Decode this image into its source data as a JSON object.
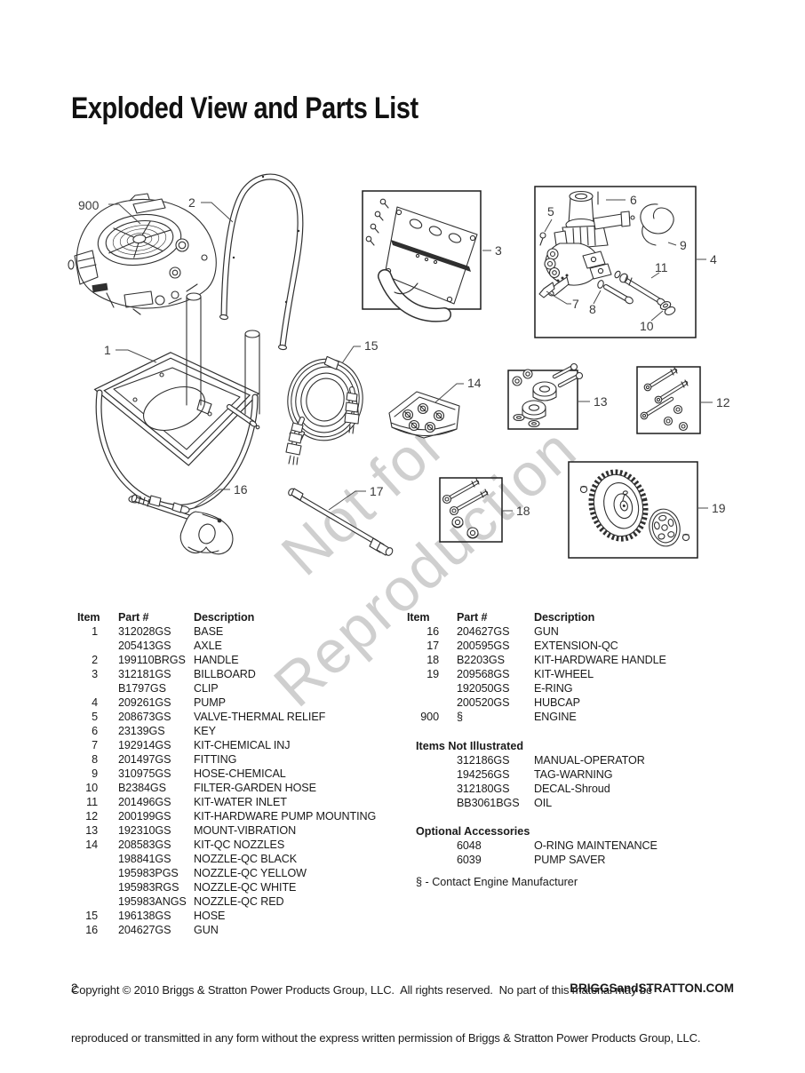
{
  "page": {
    "title": "Exploded View and Parts List",
    "page_number": "2",
    "website": "BRIGGSandSTRATTON.COM",
    "copyright_line1": "Copyright © 2010 Briggs & Stratton Power Products Group, LLC.  All rights reserved.  No part of this material may be",
    "copyright_line2": "reproduced or transmitted in any form without the express written permission of Briggs & Stratton Power Products Group, LLC."
  },
  "watermark": {
    "line1": "Not for",
    "line2": "Reproduction"
  },
  "diagram": {
    "callouts": {
      "c900": "900",
      "c1": "1",
      "c2": "2",
      "c3": "3",
      "c4": "4",
      "c5": "5",
      "c6": "6",
      "c7": "7",
      "c8": "8",
      "c9": "9",
      "c10": "10",
      "c11": "11",
      "c12": "12",
      "c13": "13",
      "c14": "14",
      "c15": "15",
      "c16": "16",
      "c17": "17",
      "c18": "18",
      "c19": "19"
    }
  },
  "table": {
    "headers": {
      "item": "Item",
      "part": "Part #",
      "desc": "Description"
    },
    "left_rows": [
      {
        "item": "1",
        "part": "312028GS",
        "desc": "BASE"
      },
      {
        "item": "",
        "part": "205413GS",
        "desc": "AXLE"
      },
      {
        "item": "2",
        "part": "199110BRGS",
        "desc": "HANDLE"
      },
      {
        "item": "3",
        "part": "312181GS",
        "desc": "BILLBOARD"
      },
      {
        "item": "",
        "part": "B1797GS",
        "desc": "CLIP"
      },
      {
        "item": "4",
        "part": "209261GS",
        "desc": "PUMP"
      },
      {
        "item": "5",
        "part": "208673GS",
        "desc": "VALVE-THERMAL RELIEF"
      },
      {
        "item": "6",
        "part": "23139GS",
        "desc": "KEY"
      },
      {
        "item": "7",
        "part": "192914GS",
        "desc": "KIT-CHEMICAL INJ"
      },
      {
        "item": "8",
        "part": "201497GS",
        "desc": "FITTING"
      },
      {
        "item": "9",
        "part": "310975GS",
        "desc": "HOSE-CHEMICAL"
      },
      {
        "item": "10",
        "part": "B2384GS",
        "desc": "FILTER-GARDEN HOSE"
      },
      {
        "item": "11",
        "part": "201496GS",
        "desc": "KIT-WATER INLET"
      },
      {
        "item": "12",
        "part": "200199GS",
        "desc": "KIT-HARDWARE PUMP MOUNTING"
      },
      {
        "item": "13",
        "part": "192310GS",
        "desc": "MOUNT-VIBRATION"
      },
      {
        "item": "14",
        "part": "208583GS",
        "desc": "KIT-QC NOZZLES"
      },
      {
        "item": "",
        "part": "198841GS",
        "desc": "NOZZLE-QC BLACK"
      },
      {
        "item": "",
        "part": "195983PGS",
        "desc": "NOZZLE-QC YELLOW"
      },
      {
        "item": "",
        "part": "195983RGS",
        "desc": "NOZZLE-QC WHITE"
      },
      {
        "item": "",
        "part": "195983ANGS",
        "desc": "NOZZLE-QC RED"
      },
      {
        "item": "15",
        "part": "196138GS",
        "desc": "HOSE"
      },
      {
        "item": "16",
        "part": "204627GS",
        "desc": "GUN"
      }
    ],
    "right_rows": [
      {
        "item": "16",
        "part": "204627GS",
        "desc": "GUN"
      },
      {
        "item": "17",
        "part": "200595GS",
        "desc": "EXTENSION-QC"
      },
      {
        "item": "18",
        "part": "B2203GS",
        "desc": "KIT-HARDWARE HANDLE"
      },
      {
        "item": "19",
        "part": "209568GS",
        "desc": "KIT-WHEEL"
      },
      {
        "item": "",
        "part": "192050GS",
        "desc": "E-RING"
      },
      {
        "item": "",
        "part": "200520GS",
        "desc": "HUBCAP"
      },
      {
        "item": "900",
        "part": "§",
        "desc": "ENGINE"
      }
    ],
    "items_not_illustrated": {
      "title": "Items Not Illustrated",
      "rows": [
        {
          "part": "312186GS",
          "desc": "MANUAL-OPERATOR"
        },
        {
          "part": "194256GS",
          "desc": "TAG-WARNING"
        },
        {
          "part": "312180GS",
          "desc": "DECAL-Shroud"
        },
        {
          "part": "BB3061BGS",
          "desc": "OIL"
        }
      ]
    },
    "optional_accessories": {
      "title": "Optional Accessories",
      "rows": [
        {
          "part": "6048",
          "desc": "O-RING MAINTENANCE"
        },
        {
          "part": "6039",
          "desc": "PUMP SAVER"
        }
      ]
    },
    "footnote": "§ - Contact Engine Manufacturer"
  }
}
